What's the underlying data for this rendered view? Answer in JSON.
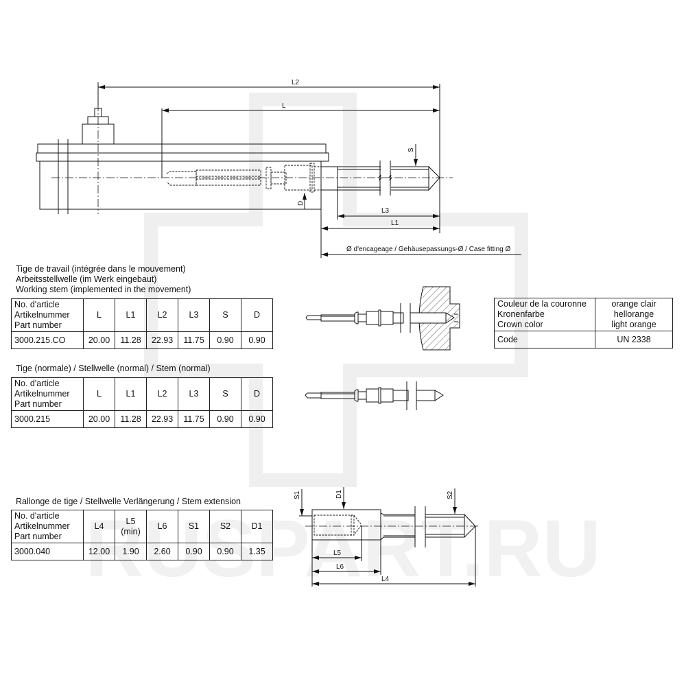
{
  "watermark": "RUSPART.RU",
  "top_drawing": {
    "dim_labels": {
      "L2": "L2",
      "L": "L",
      "L3": "L3",
      "L1": "L1",
      "S": "S",
      "D": "D"
    },
    "case_fitting_label": "Ø d'encageage / Gehäusepassungs-Ø / Case fitting Ø"
  },
  "working_stem": {
    "title_lines": [
      "Tige de travail (intégrée dans le mouvement)",
      "Arbeitsstellwelle (im Werk eingebaut)",
      "Working stem (implemented in the movement)"
    ],
    "header_label_lines": [
      "No. d'article",
      "Artikelnummer",
      "Part number"
    ],
    "columns": [
      "L",
      "L1",
      "L2",
      "L3",
      "S",
      "D"
    ],
    "rows": [
      {
        "part": "3000.215.CO",
        "values": [
          "20.00",
          "11.28",
          "22.93",
          "11.75",
          "0.90",
          "0.90"
        ]
      }
    ]
  },
  "crown_color": {
    "label_lines": [
      "Couleur de la couronne",
      "Kronenfarbe",
      "Crown color"
    ],
    "value_lines": [
      "orange clair",
      "hellorange",
      "light orange"
    ],
    "code_label": "Code",
    "code_value": "UN 2338"
  },
  "normal_stem": {
    "title": "Tige (normale) / Stellwelle (normal) / Stem (normal)",
    "header_label_lines": [
      "No. d'article",
      "Artikelnummer",
      "Part number"
    ],
    "columns": [
      "L",
      "L1",
      "L2",
      "L3",
      "S",
      "D"
    ],
    "rows": [
      {
        "part": "3000.215",
        "values": [
          "20.00",
          "11.28",
          "22.93",
          "11.75",
          "0.90",
          "0.90"
        ]
      }
    ]
  },
  "stem_extension": {
    "title": "Rallonge de tige / Stellwelle Verlängerung / Stem extension",
    "header_label_lines": [
      "No. d'article",
      "Artikelnummer",
      "Part number"
    ],
    "columns": [
      "L4",
      "L5",
      "L6",
      "S1",
      "S2",
      "D1"
    ],
    "column_sub": {
      "L5": "(min)"
    },
    "rows": [
      {
        "part": "3000.040",
        "values": [
          "12.00",
          "1.90",
          "2.60",
          "0.90",
          "0.90",
          "1.35"
        ]
      }
    ],
    "dim_labels": {
      "S1": "S1",
      "D1": "D1",
      "S2": "S2",
      "L5": "L5",
      "L6": "L6",
      "L4": "L4"
    }
  }
}
